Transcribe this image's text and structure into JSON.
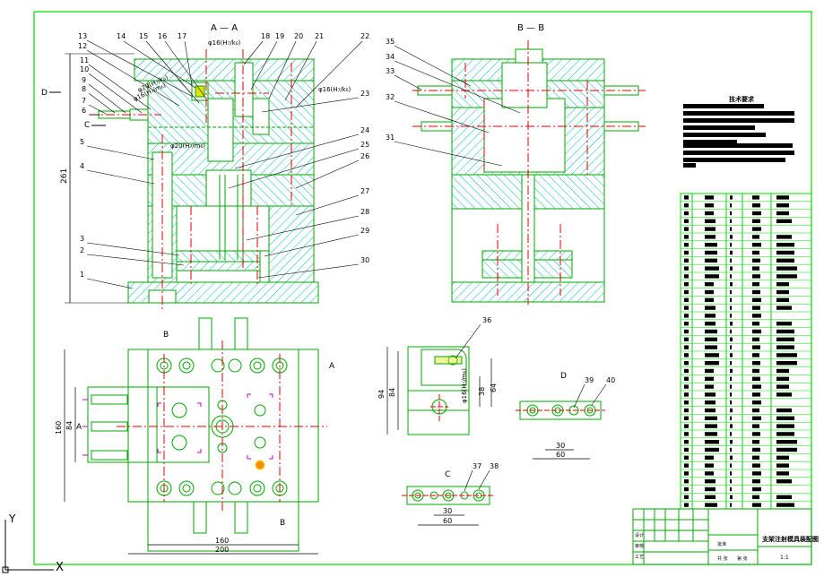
{
  "colors": {
    "background": "#ffffff",
    "frame": "#00d800",
    "outline": "#00a800",
    "hatch": "#00b8b8",
    "centerline": "#e00000",
    "dimension": "#000000",
    "leader": "#000000",
    "highlight": "#e0e000",
    "magenta": "#c000c0",
    "orange": "#ff8c00"
  },
  "views": {
    "section_aa_title": "A — A",
    "section_bb_title": "B — B",
    "fits": {
      "f1": "φ16(H₇/k₆)",
      "f2": "φ20(H₇/m₆)",
      "f3": "φ16(H₇/k₆)",
      "f4": "φ20(H₇/k₆)",
      "f5": "φ16(H₇/m₆)"
    },
    "overall_height": "261",
    "cut_labels": {
      "d_left": "D",
      "c_left": "C",
      "a_right": "A",
      "a_left": "A",
      "b_top": "B",
      "b_bottom": "B",
      "c_small": "C",
      "d_small": "D"
    }
  },
  "balloons": {
    "left": [
      "13",
      "12",
      "11",
      "10",
      "9",
      "8",
      "7",
      "6",
      "5",
      "4",
      "3",
      "2",
      "1"
    ],
    "top": [
      "14",
      "15",
      "16",
      "17",
      "18",
      "19",
      "20",
      "21",
      "22"
    ],
    "right": [
      "23",
      "24",
      "25",
      "26",
      "27",
      "28",
      "29",
      "30"
    ],
    "bb_left": [
      "35",
      "34",
      "33",
      "32",
      "31"
    ],
    "detail": [
      "36",
      "37",
      "38",
      "39",
      "40"
    ]
  },
  "dimensions": {
    "plan_width_inner": "160",
    "plan_width_outer": "200",
    "plan_height_outer": "160",
    "plan_height_inner": "84",
    "detail36_h_outer": "94",
    "detail36_h_inner": "84",
    "detail36_v1": "38",
    "detail36_v2": "64",
    "view_c_d1": "30",
    "view_c_d2": "60",
    "view_d_d1": "30",
    "view_d_d2": "60"
  },
  "notes": {
    "title": "技术要求",
    "line_count": 7
  },
  "parts_list": {
    "row_count": 40
  },
  "title_block": {
    "drawing_title": "支架注射模具装配图",
    "scale_cell": "1:1",
    "misc": [
      "设计",
      "审核",
      "工艺",
      "批准",
      "共 张",
      "第 张"
    ]
  }
}
